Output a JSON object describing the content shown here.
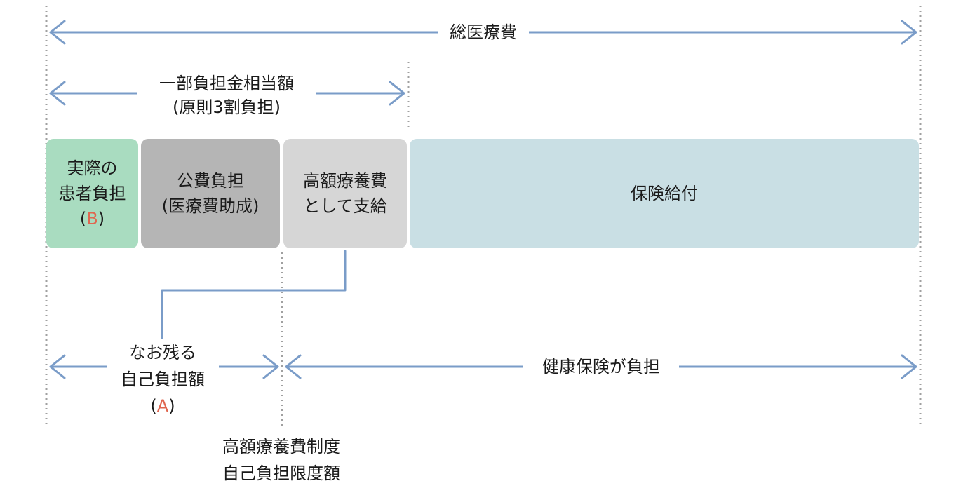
{
  "labels": {
    "total_cost": "総医療費",
    "partial_line1": "一部負担金相当額",
    "partial_line2": "(原則3割負担)",
    "remaining_line1": "なお残る",
    "remaining_line2": "自己負担額",
    "remaining_marker_open": "(",
    "remaining_marker": "A",
    "remaining_marker_close": ")",
    "insurance_bear": "健康保険が負担",
    "limit_line1": "高額療養費制度",
    "limit_line2": "自己負担限度額"
  },
  "boxes": {
    "patient_line1": "実際の",
    "patient_line2": "患者負担",
    "patient_marker_open": "(",
    "patient_marker": "B",
    "patient_marker_close": ")",
    "public_line1": "公費負担",
    "public_line2": "(医療費助成)",
    "highcost_line1": "高額療養費",
    "highcost_line2": "として支給",
    "insurance": "保険給付"
  },
  "colors": {
    "arrow": "#7a9cc8",
    "dotted": "#a0a0a0",
    "connector": "#7a9cc8",
    "patient_box": "#a9dcc0",
    "public_box": "#b5b5b5",
    "highcost_box": "#d6d6d6",
    "insurance_box": "#c9dfe4",
    "accent": "#e0664f"
  }
}
